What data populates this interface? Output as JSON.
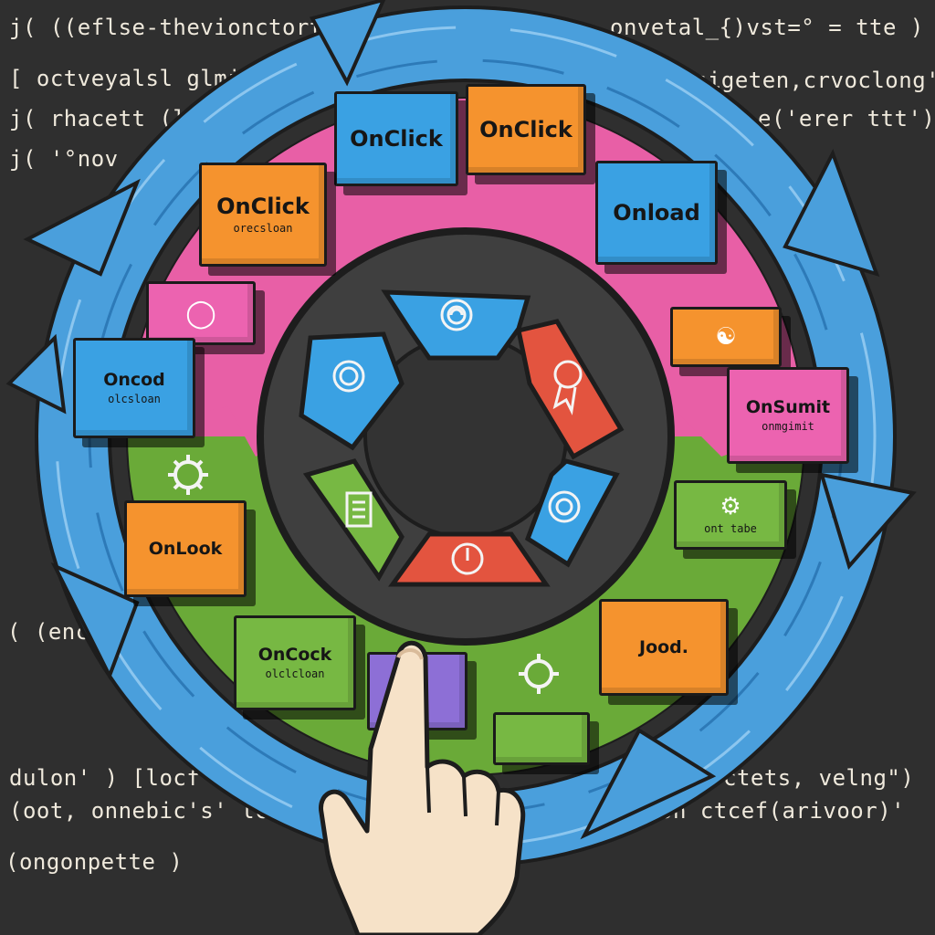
{
  "code_lines": [
    "j( ((eflse-thevionctortsl",
    "onvetal_{)vst=° = tte )",
    "[ octveyalsl glmi",
    "sigeten,crvoclong'",
    "j( rhacett (l",
    "e('erer ttt')",
    "j( '°nov",
    "( (enc",
    "dulon' ) [locf",
    "ctets, velng\")",
    "(oot, onnebic's' lc",
    "on ctcef(arivoor)'",
    "(ongonpette )"
  ],
  "blocks": [
    {
      "label": "OnClick",
      "sub": ""
    },
    {
      "label": "OnClick",
      "sub": ""
    },
    {
      "label": "OnClick",
      "sub": "orecsloan"
    },
    {
      "label": "Onload",
      "sub": ""
    },
    {
      "label": "Oncod",
      "sub": "olcsloan"
    },
    {
      "label": "OnSumit",
      "sub": "onmgimit"
    },
    {
      "label": "OnLook",
      "sub": ""
    },
    {
      "label": "OnCock",
      "sub": "olclcloan"
    },
    {
      "label": "Jood.",
      "sub": ""
    },
    {
      "label": "",
      "sub": "ont tabe"
    }
  ],
  "colors": {
    "background": "#2f2f2f",
    "outer_ring": "#4a9fdc",
    "pink_ring": "#e85fa6",
    "green_ring": "#6aaa38",
    "inner_disc": "#3f3f3f",
    "orange": "#f5932e",
    "blue": "#3aa1e3",
    "green": "#77b843",
    "pink": "#ec63b0",
    "purple": "#8d6fd6",
    "red": "#e3543f"
  },
  "icons": [
    "lightbulb-icon",
    "gear-icon",
    "wifi-icon",
    "fingerprint-icon",
    "award-ribbon-icon",
    "document-icon",
    "power-icon"
  ]
}
